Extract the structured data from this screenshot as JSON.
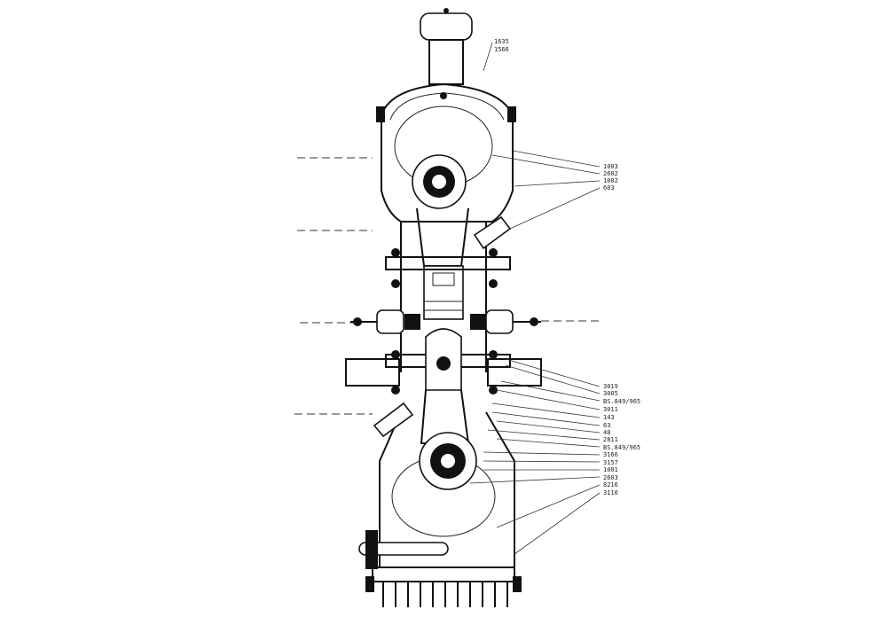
{
  "labels": {
    "top": [
      "1635",
      "1566"
    ],
    "upper_right": [
      "1003",
      "2602",
      "1002",
      "603"
    ],
    "lower_right": [
      "3019",
      "3005",
      "BS.849/965",
      "3011",
      "143",
      "63",
      "40",
      "2811",
      "BS.849/965",
      "3166",
      "3157",
      "1001",
      "2603",
      "8216",
      "3110"
    ]
  },
  "colors": {
    "ink": "#111111",
    "paper": "#ffffff"
  }
}
